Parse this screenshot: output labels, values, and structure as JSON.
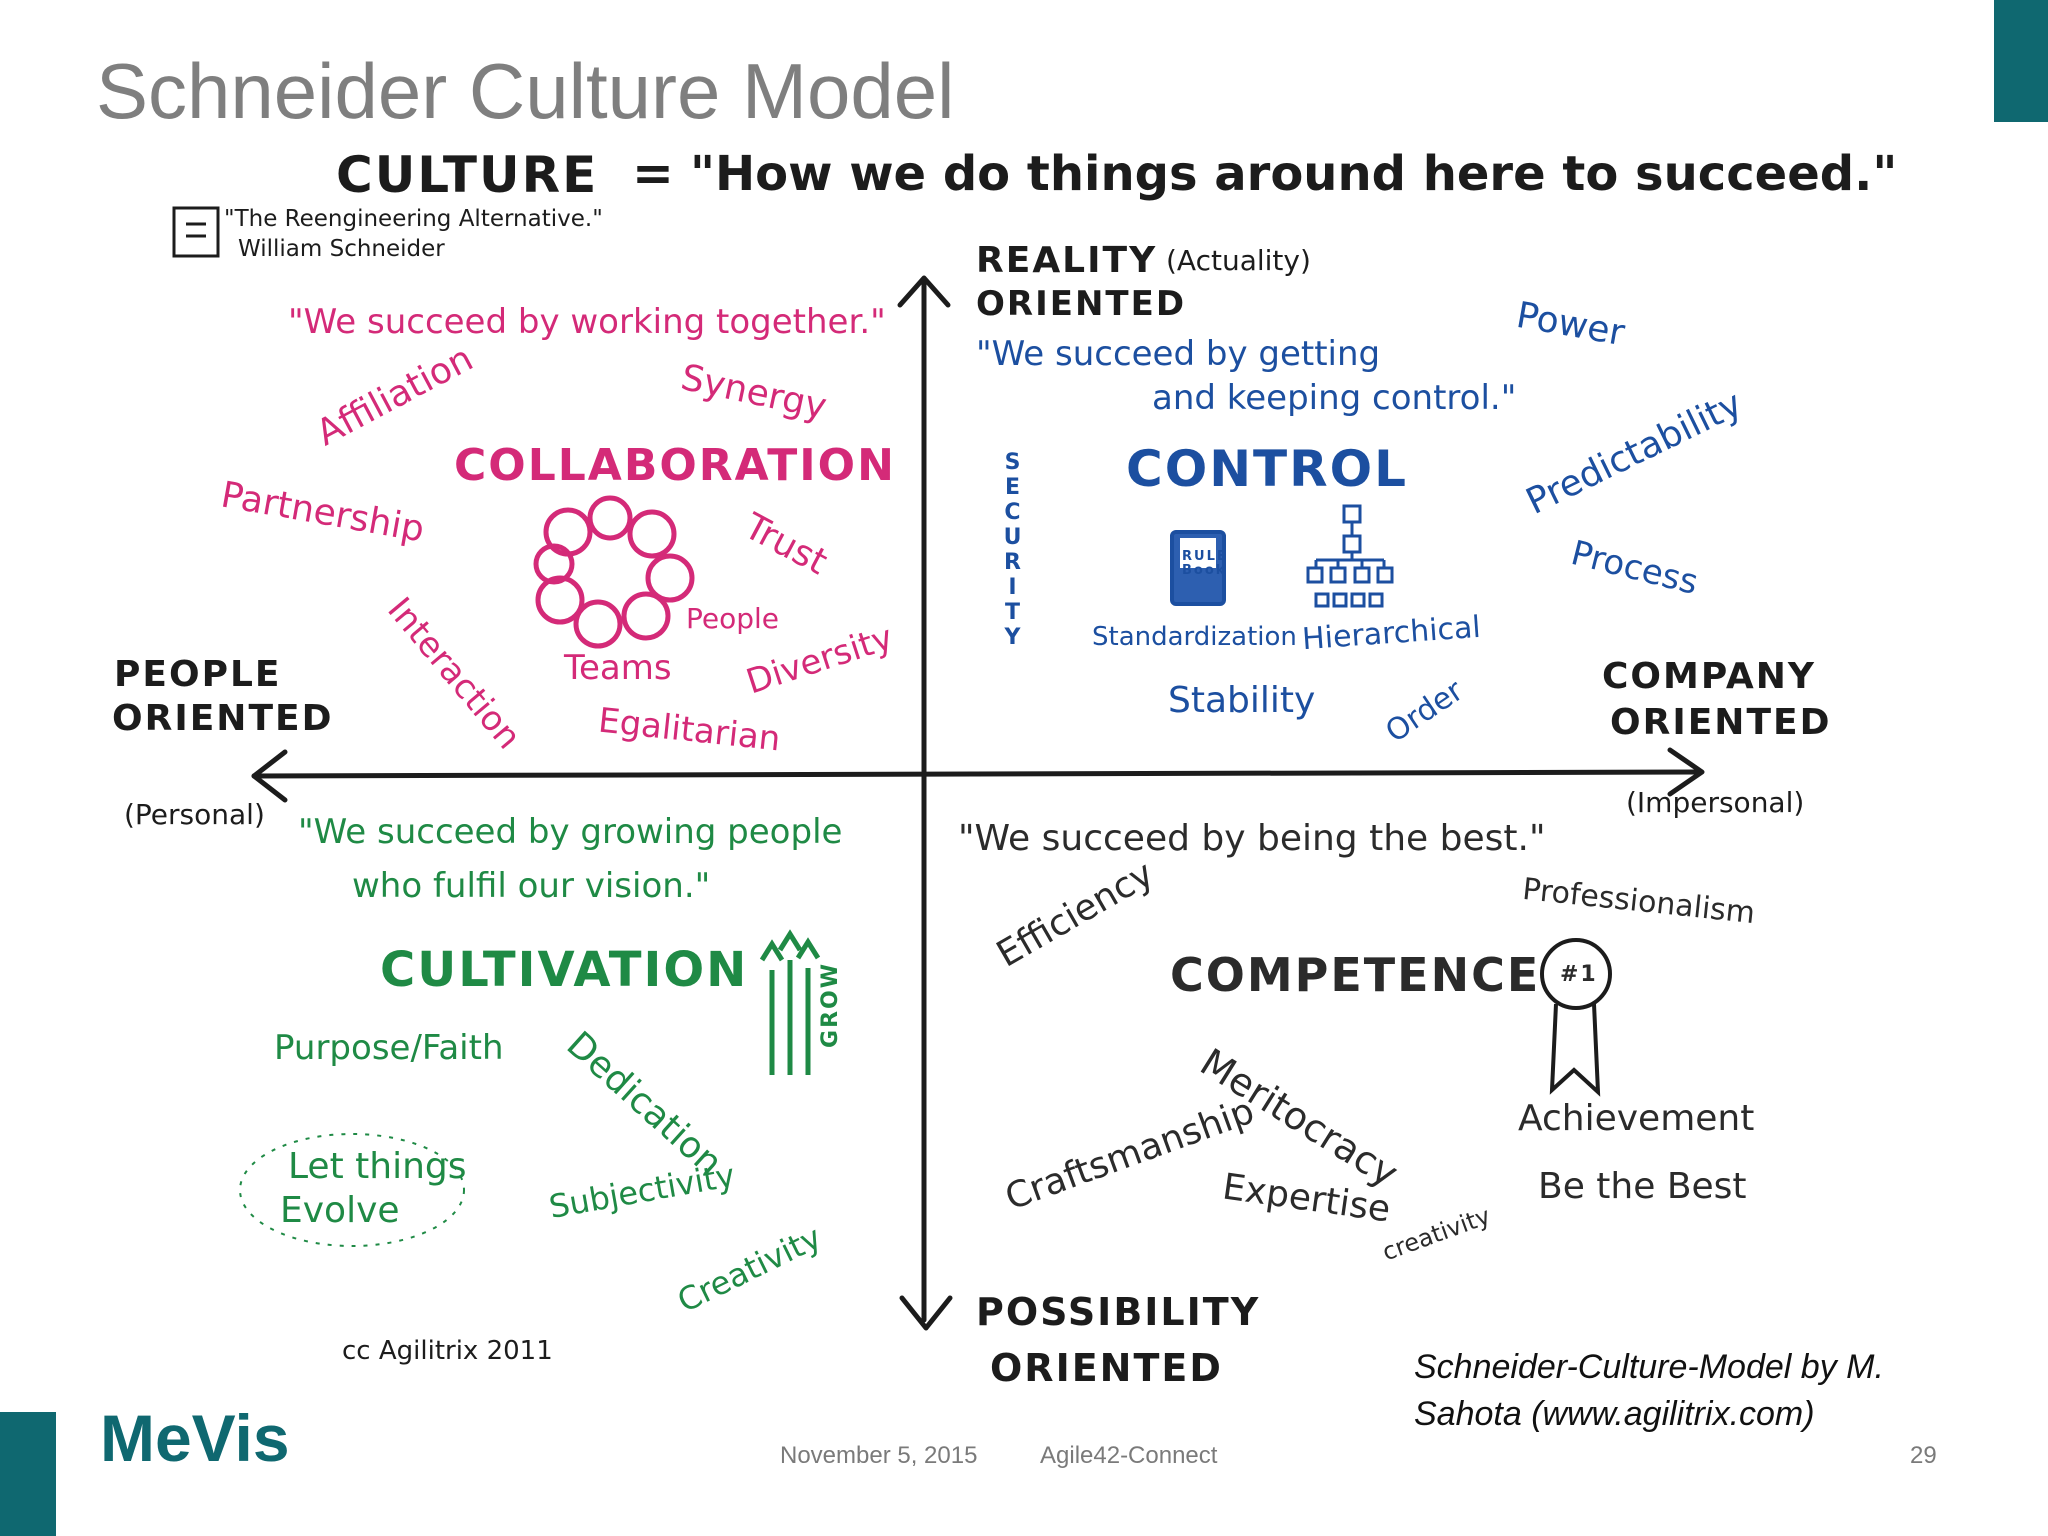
{
  "slide": {
    "title": "Schneider Culture Model",
    "credit": "Schneider-Culture-Model by M. Sahota (www.agilitrix.com)",
    "logo": "MeVis",
    "date": "November  5, 2015",
    "event": "Agile42-Connect",
    "page_number": "29"
  },
  "diagram": {
    "headline_term": "CULTURE",
    "headline_equals": "=",
    "headline_def": "\"How we do things around here to succeed.\"",
    "source_line1": "\"The Reengineering Alternative.\"",
    "source_line2": "William Schneider",
    "copyright": "cc Agilitrix 2011",
    "axes": {
      "top_line1": "REALITY",
      "top_line2": "ORIENTED",
      "top_note": "(Actuality)",
      "bottom_line1": "POSSIBILITY",
      "bottom_line2": "ORIENTED",
      "left_line1": "PEOPLE",
      "left_line2": "ORIENTED",
      "left_note": "(Personal)",
      "right_line1": "COMPANY",
      "right_line2": "ORIENTED",
      "right_note": "(Impersonal)",
      "security": "SECURITY"
    },
    "collaboration": {
      "quote": "\"We succeed by working together.\"",
      "title": "COLLABORATION",
      "words": [
        "Affiliation",
        "Synergy",
        "Partnership",
        "Trust",
        "Interaction",
        "People",
        "Teams",
        "Diversity",
        "Egalitarian"
      ]
    },
    "control": {
      "quote_line1": "\"We succeed by getting",
      "quote_line2": "and keeping control.\"",
      "title": "CONTROL",
      "rule_book": "RULE Book",
      "words": [
        "Power",
        "Predictability",
        "Process",
        "Standardization",
        "Hierarchical",
        "Stability",
        "Order"
      ]
    },
    "cultivation": {
      "quote_line1": "\"We succeed by growing people",
      "quote_line2": "who fulfil our vision.\"",
      "title": "CULTIVATION",
      "grow": "GROW",
      "words": [
        "Purpose/Faith",
        "Dedication",
        "Let things",
        "Evolve",
        "Subjectivity",
        "Creativity"
      ]
    },
    "competence": {
      "quote": "\"We succeed by being the best.\"",
      "title": "COMPETENCE",
      "badge": "#1",
      "words": [
        "Efficiency",
        "Professionalism",
        "Meritocracy",
        "Achievement",
        "Craftsmanship",
        "Expertise",
        "Be the Best",
        "creativity"
      ]
    },
    "colors": {
      "collaboration": "#d42a78",
      "control": "#1c4fa0",
      "cultivation": "#1f8a45",
      "competence": "#2b2b2b",
      "accent": "#0f6870"
    }
  }
}
